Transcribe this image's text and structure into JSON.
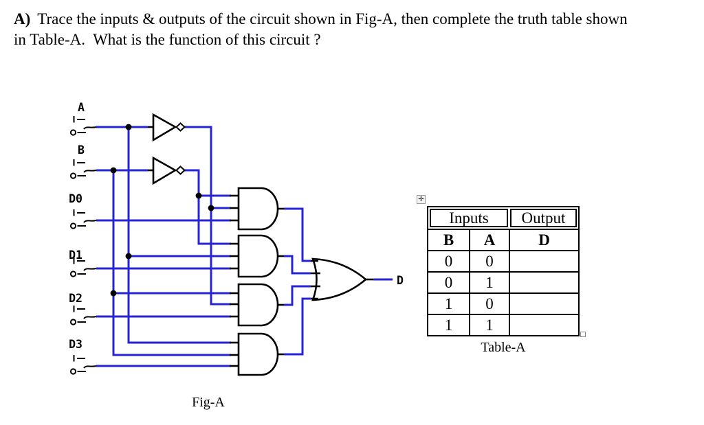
{
  "title": {
    "prefix": "A)",
    "line1": "Trace the inputs & outputs of the circuit shown in Fig-A, then complete the truth table shown",
    "line2": "in Table-A.  What is the function of this circuit ?"
  },
  "figure": {
    "caption": "Fig-A",
    "inputs": [
      {
        "label": "A"
      },
      {
        "label": "B"
      },
      {
        "label": "D0"
      },
      {
        "label": "D1"
      },
      {
        "label": "D2"
      },
      {
        "label": "D3"
      }
    ],
    "output_label": "D",
    "gates": {
      "not_gates": [
        "not-A",
        "not-B"
      ],
      "and_gates": [
        "and-1",
        "and-2",
        "and-3",
        "and-4"
      ],
      "or_gate": "or-1"
    }
  },
  "table": {
    "move_handle_icon": "✛",
    "header_groups": [
      {
        "label": "Inputs",
        "span": 2
      },
      {
        "label": "Output",
        "span": 1
      }
    ],
    "columns": [
      "B",
      "A",
      "D"
    ],
    "rows": [
      [
        "0",
        "0",
        ""
      ],
      [
        "0",
        "1",
        ""
      ],
      [
        "1",
        "0",
        ""
      ],
      [
        "1",
        "1",
        ""
      ]
    ],
    "caption": "Table-A"
  },
  "colors": {
    "wire_blue": "#2424D6",
    "ink": "#000000",
    "page_bg": "#FFFFFF"
  }
}
